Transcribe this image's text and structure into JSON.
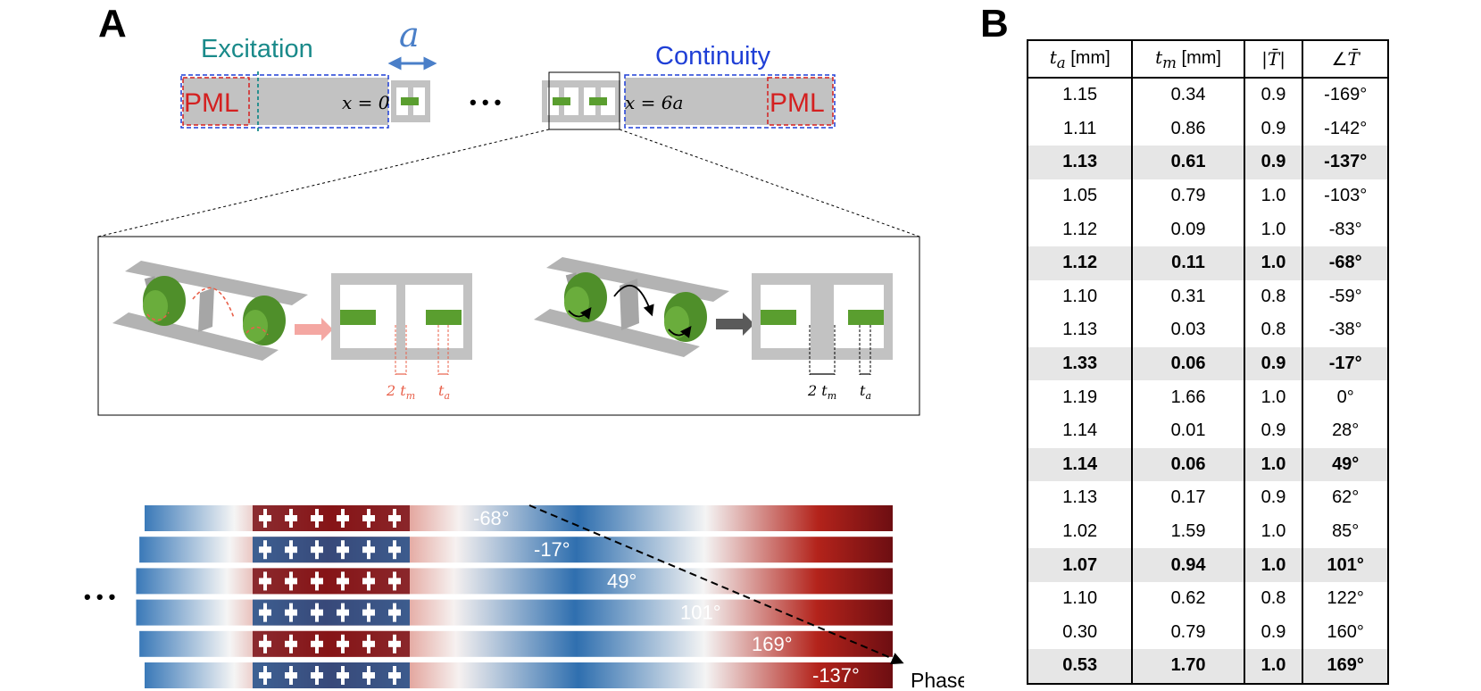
{
  "panel_a": {
    "letter": "A",
    "excitation_label": "Excitation",
    "continuity_label": "Continuity",
    "lattice_label": "a",
    "pml_left": "PML",
    "pml_right": "PML",
    "x0_label": "x = 0",
    "x6_label": "x = 6a",
    "ellipsis_top": "• • •",
    "ellipsis_left": "• • •",
    "dim_2tm": "2 t",
    "dim_2tm_sub": "m",
    "dim_ta": "t",
    "dim_ta_sub": "a",
    "phase_label": "Phase",
    "strip_phases": [
      "-68°",
      "-17°",
      "49°",
      "101°",
      "169°",
      "-137°"
    ],
    "colors": {
      "excitation": "#1a8a8a",
      "continuity": "#1f3fd6",
      "pml": "#d42020",
      "lattice_arrow": "#4a7fc8",
      "mass": "#5a9e2f",
      "frame": "#c2c2c2"
    }
  },
  "panel_b": {
    "letter": "B",
    "headers": [
      "t_a [mm]",
      "t_m [mm]",
      "|T̄|",
      "∠T̄"
    ],
    "rows": [
      {
        "ta": "1.15",
        "tm": "0.34",
        "mag": "0.9",
        "ang": "-169°",
        "hl": false
      },
      {
        "ta": "1.11",
        "tm": "0.86",
        "mag": "0.9",
        "ang": "-142°",
        "hl": false
      },
      {
        "ta": "1.13",
        "tm": "0.61",
        "mag": "0.9",
        "ang": "-137°",
        "hl": true
      },
      {
        "ta": "1.05",
        "tm": "0.79",
        "mag": "1.0",
        "ang": "-103°",
        "hl": false
      },
      {
        "ta": "1.12",
        "tm": "0.09",
        "mag": "1.0",
        "ang": "-83°",
        "hl": false
      },
      {
        "ta": "1.12",
        "tm": "0.11",
        "mag": "1.0",
        "ang": "-68°",
        "hl": true
      },
      {
        "ta": "1.10",
        "tm": "0.31",
        "mag": "0.8",
        "ang": "-59°",
        "hl": false
      },
      {
        "ta": "1.13",
        "tm": "0.03",
        "mag": "0.8",
        "ang": "-38°",
        "hl": false
      },
      {
        "ta": "1.33",
        "tm": "0.06",
        "mag": "0.9",
        "ang": "-17°",
        "hl": true
      },
      {
        "ta": "1.19",
        "tm": "1.66",
        "mag": "1.0",
        "ang": "0°",
        "hl": false
      },
      {
        "ta": "1.14",
        "tm": "0.01",
        "mag": "0.9",
        "ang": "28°",
        "hl": false
      },
      {
        "ta": "1.14",
        "tm": "0.06",
        "mag": "1.0",
        "ang": "49°",
        "hl": true
      },
      {
        "ta": "1.13",
        "tm": "0.17",
        "mag": "0.9",
        "ang": "62°",
        "hl": false
      },
      {
        "ta": "1.02",
        "tm": "1.59",
        "mag": "1.0",
        "ang": "85°",
        "hl": false
      },
      {
        "ta": "1.07",
        "tm": "0.94",
        "mag": "1.0",
        "ang": "101°",
        "hl": true
      },
      {
        "ta": "1.10",
        "tm": "0.62",
        "mag": "0.8",
        "ang": "122°",
        "hl": false
      },
      {
        "ta": "0.30",
        "tm": "0.79",
        "mag": "0.9",
        "ang": "160°",
        "hl": false
      },
      {
        "ta": "0.53",
        "tm": "1.70",
        "mag": "1.0",
        "ang": "169°",
        "hl": true
      }
    ]
  }
}
